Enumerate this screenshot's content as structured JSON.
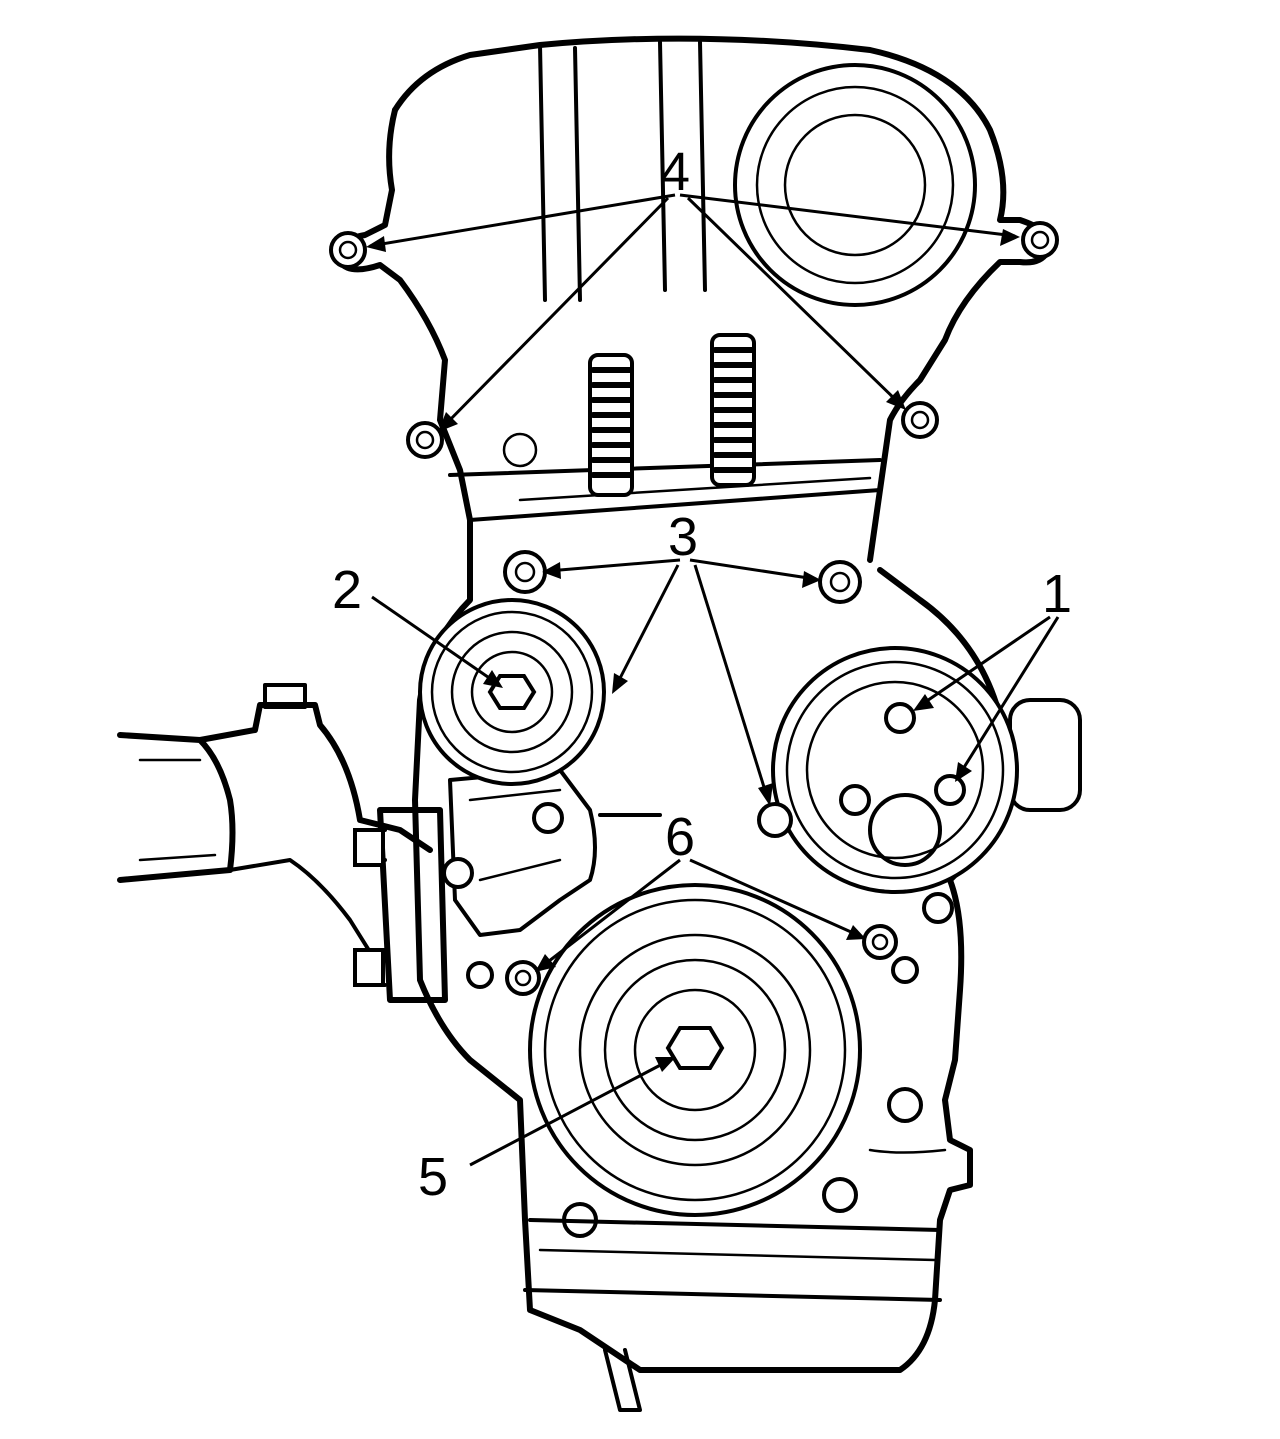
{
  "callouts": [
    {
      "id": "1",
      "label": "1"
    },
    {
      "id": "2",
      "label": "2"
    },
    {
      "id": "3",
      "label": "3"
    },
    {
      "id": "4",
      "label": "4"
    },
    {
      "id": "5",
      "label": "5"
    },
    {
      "id": "6",
      "label": "6"
    }
  ],
  "colors": {
    "ink": "#000000",
    "background": "#ffffff"
  }
}
